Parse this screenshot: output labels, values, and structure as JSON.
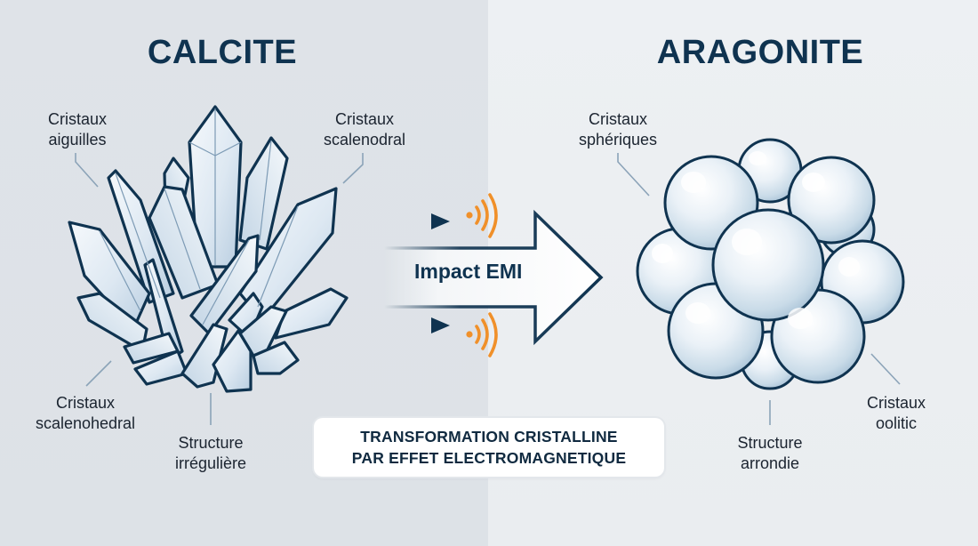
{
  "titles": {
    "left": "CALCITE",
    "right": "ARAGONITE"
  },
  "calcite_labels": {
    "needles": {
      "line1": "Cristaux",
      "line2": "aiguilles"
    },
    "scalenodral": {
      "line1": "Cristaux",
      "line2": "scalenodral"
    },
    "scalenohedral": {
      "line1": "Cristaux",
      "line2": "scalenohedral"
    },
    "structure": {
      "line1": "Structure",
      "line2": "irrégulière"
    }
  },
  "aragonite_labels": {
    "spherical": {
      "line1": "Cristaux",
      "line2": "sphériques"
    },
    "oolitic": {
      "line1": "Cristaux",
      "line2": "oolitic"
    },
    "structure": {
      "line1": "Structure",
      "line2": "arrondie"
    }
  },
  "arrow": {
    "label": "Impact EMI",
    "icons": [
      "arrow-right-icon",
      "wireless-signal-icon"
    ]
  },
  "caption": {
    "line1": "TRANSFORMATION CRISTALLINE",
    "line2": "PAR EFFET ELECTROMAGNETIQUE"
  },
  "colors": {
    "outline": "#0f3350",
    "accent_orange": "#f0902a",
    "bg_left": "#dde2e7",
    "bg_right": "#ebeef1",
    "crystal_fill": "#e4edf5",
    "sphere_fill": "#dce8f1"
  }
}
